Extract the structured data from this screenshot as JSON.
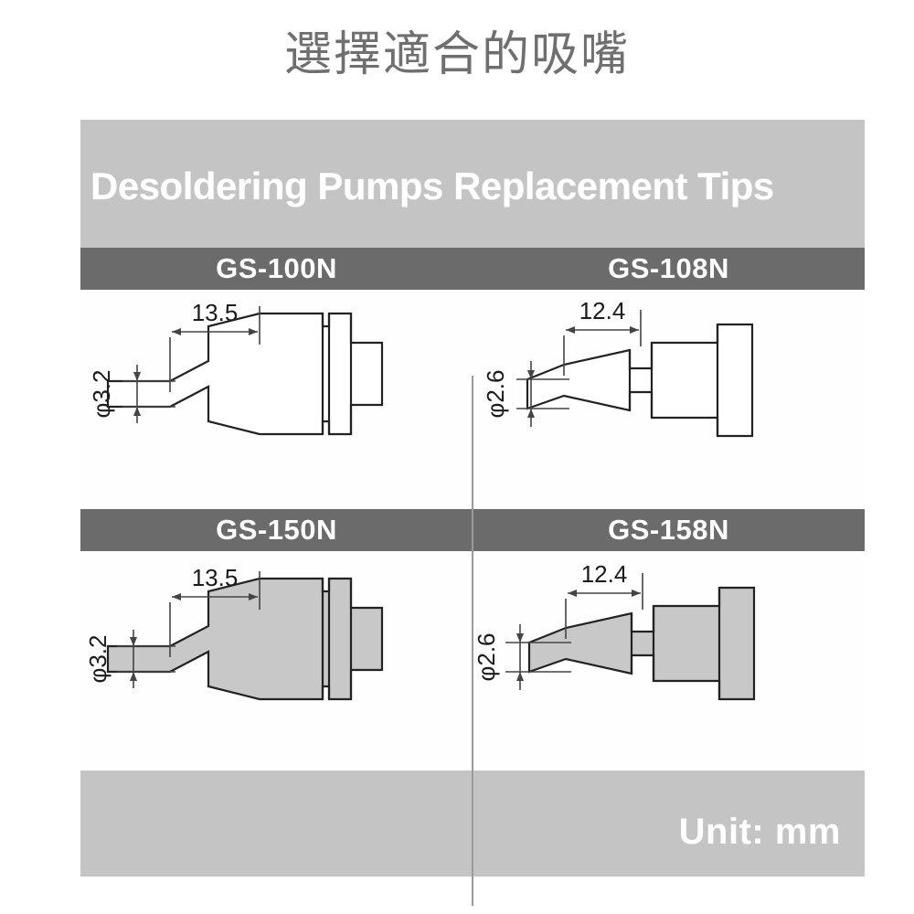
{
  "page": {
    "title": "選擇適合的吸嘴",
    "banner": "Desoldering Pumps Replacement Tips",
    "unit_note": "Unit: mm",
    "panel_color": "#c4c4c4",
    "label_bar_color": "#6b6b6b",
    "title_color": "#6f6f6f",
    "drawing_fill_outline": "#ffffff",
    "drawing_fill_shaded": "#c8c8c8",
    "drawing_stroke": "#222222"
  },
  "products": [
    {
      "id": "gs-100n",
      "name": "GS-100N",
      "length_label": "13.5",
      "diameter_label": "φ3.2",
      "style": "outline",
      "shape": "flanged-cone"
    },
    {
      "id": "gs-108n",
      "name": "GS-108N",
      "length_label": "12.4",
      "diameter_label": "φ2.6",
      "style": "outline",
      "shape": "straight-taper"
    },
    {
      "id": "gs-150n",
      "name": "GS-150N",
      "length_label": "13.5",
      "diameter_label": "φ3.2",
      "style": "shaded",
      "shape": "flanged-cone"
    },
    {
      "id": "gs-158n",
      "name": "GS-158N",
      "length_label": "12.4",
      "diameter_label": "φ2.6",
      "style": "shaded",
      "shape": "straight-taper"
    }
  ]
}
